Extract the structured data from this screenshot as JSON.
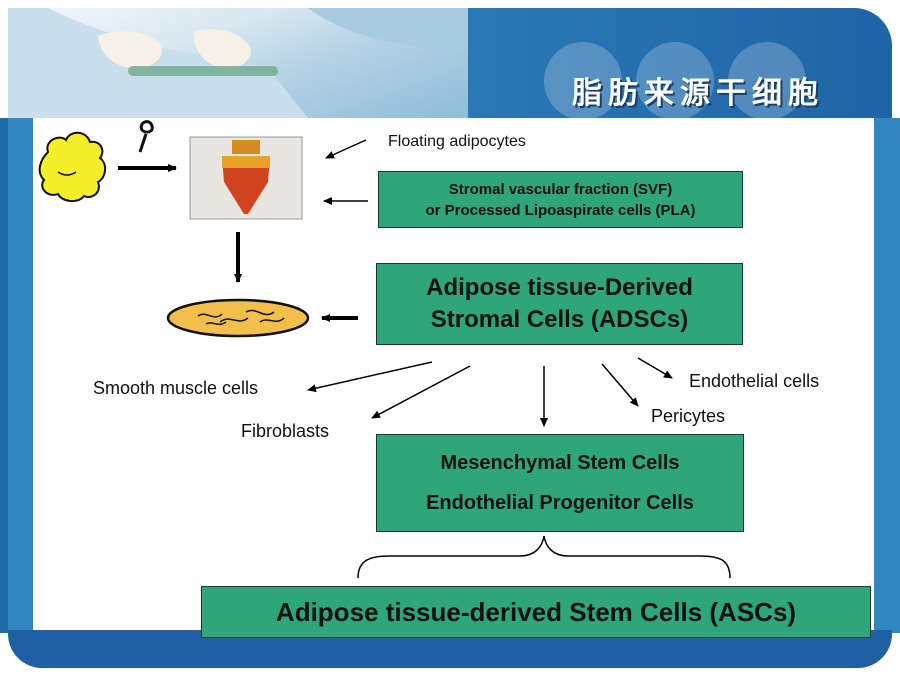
{
  "slide": {
    "title": "脂肪来源干细胞"
  },
  "diagram": {
    "floating_label": "Floating adipocytes",
    "svf_line1": "Stromal vascular fraction (SVF)",
    "svf_line2": "or Processed Lipoaspirate cells (PLA)",
    "adscs_line1": "Adipose tissue-Derived",
    "adscs_line2": "Stromal Cells (ADSCs)",
    "smooth_muscle": "Smooth muscle cells",
    "fibroblasts": "Fibroblasts",
    "pericytes": "Pericytes",
    "endothelial": "Endothelial cells",
    "msc_line1": "Mesenchymal Stem Cells",
    "msc_line2": "Endothelial Progenitor Cells",
    "ascs": "Adipose tissue-derived Stem Cells (ASCs)"
  },
  "colors": {
    "box_green": "#2fa57b",
    "frame_blue": "#1f64a6",
    "tissue_yellow": "#f5ef2a",
    "dish_orange": "#f2c04a"
  }
}
